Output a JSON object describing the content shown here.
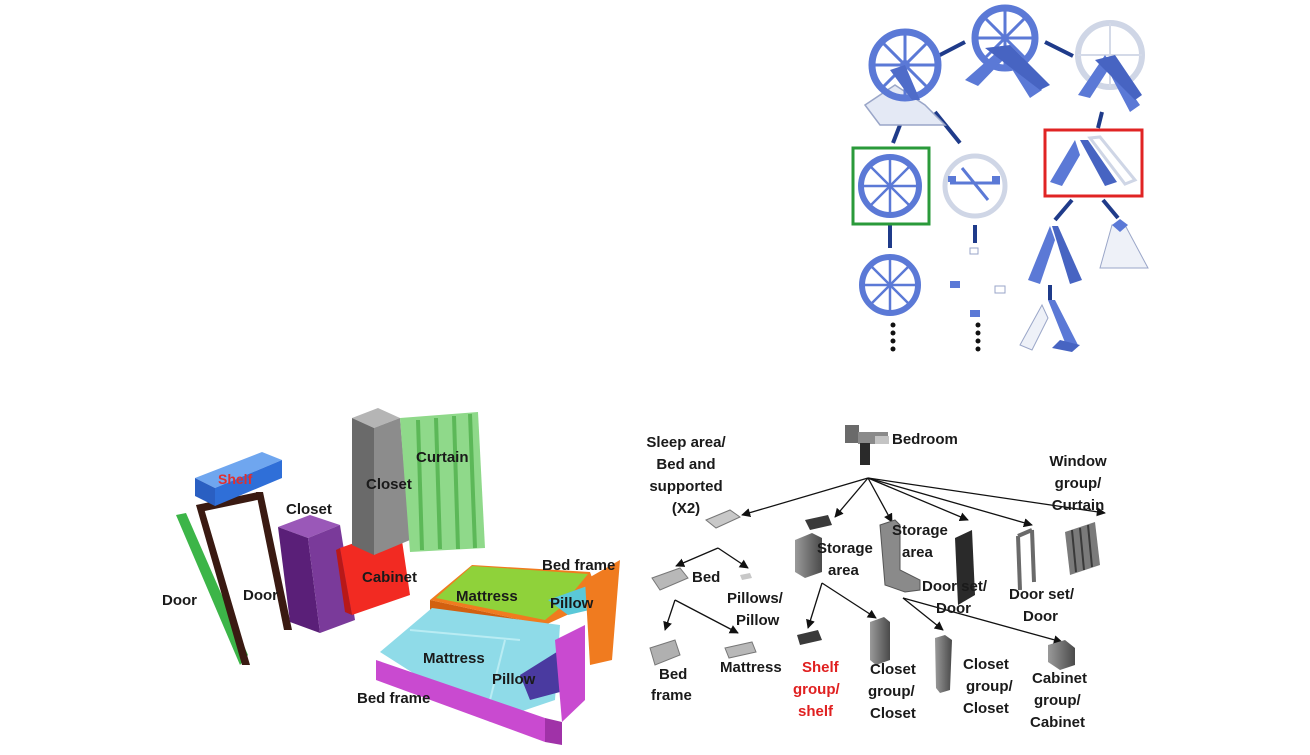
{
  "colors": {
    "wheel_blue": "#5b79d6",
    "wheel_light": "#dfe5f2",
    "edge_navy": "#1f3b8a",
    "box_green": "#2a9a3a",
    "box_red": "#e02424",
    "door": "#3cb548",
    "door_frame": "#3a1a12",
    "shelf": "#2f6fd8",
    "closet": "#6b2a8c",
    "cabinet": "#f22a22",
    "tall_closet": "#7a7a7a",
    "curtain": "#8fd98a",
    "mattress_green": "#8fd23a",
    "mattress_cyan": "#8fdbe8",
    "bed_frame_orange": "#f07b1f",
    "bed_frame_magenta": "#c94ad0"
  },
  "scene": {
    "shelf": "Shelf",
    "closet_left": "Closet",
    "closet_tall": "Closet",
    "curtain": "Curtain",
    "door_left": "Door",
    "door_right": "Door",
    "cabinet": "Cabinet",
    "bed_frame_top": "Bed frame",
    "mattress_top": "Mattress",
    "pillow_top": "Pillow",
    "mattress_bottom": "Mattress",
    "pillow_bottom": "Pillow",
    "bed_frame_bottom": "Bed frame"
  },
  "hierarchy": {
    "root": "Bedroom",
    "sleep_area": [
      "Sleep area/",
      "Bed and",
      "supported",
      "(X2)"
    ],
    "storage_area_1": [
      "Storage",
      "area"
    ],
    "storage_area_2": [
      "Storage",
      "area"
    ],
    "door_set_1": [
      "Door set/",
      "Door"
    ],
    "door_set_2": [
      "Door set/",
      "Door"
    ],
    "window_group": [
      "Window",
      "group/",
      "Curtain"
    ],
    "bed": "Bed",
    "pillows": [
      "Pillows/",
      "Pillow"
    ],
    "bed_frame": [
      "Bed",
      "frame"
    ],
    "mattress": "Mattress",
    "shelf_group": [
      "Shelf",
      "group/",
      "shelf"
    ],
    "closet_group_1": [
      "Closet",
      "group/",
      "Closet"
    ],
    "closet_group_2": [
      "Closet",
      "group/",
      "Closet"
    ],
    "cabinet_group": [
      "Cabinet",
      "group/",
      "Cabinet"
    ]
  }
}
